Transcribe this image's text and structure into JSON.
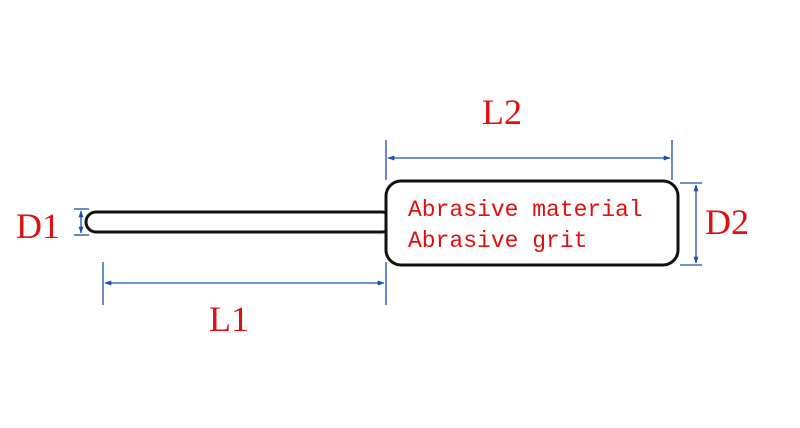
{
  "labels": {
    "l1": "L1",
    "l2": "L2",
    "d1": "D1",
    "d2": "D2"
  },
  "head_text": {
    "line1": "Abrasive material",
    "line2": "Abrasive grit"
  },
  "colors": {
    "label": "#e01010",
    "dimension_line": "#1a4fb0",
    "outline": "#111111",
    "background": "#ffffff"
  }
}
